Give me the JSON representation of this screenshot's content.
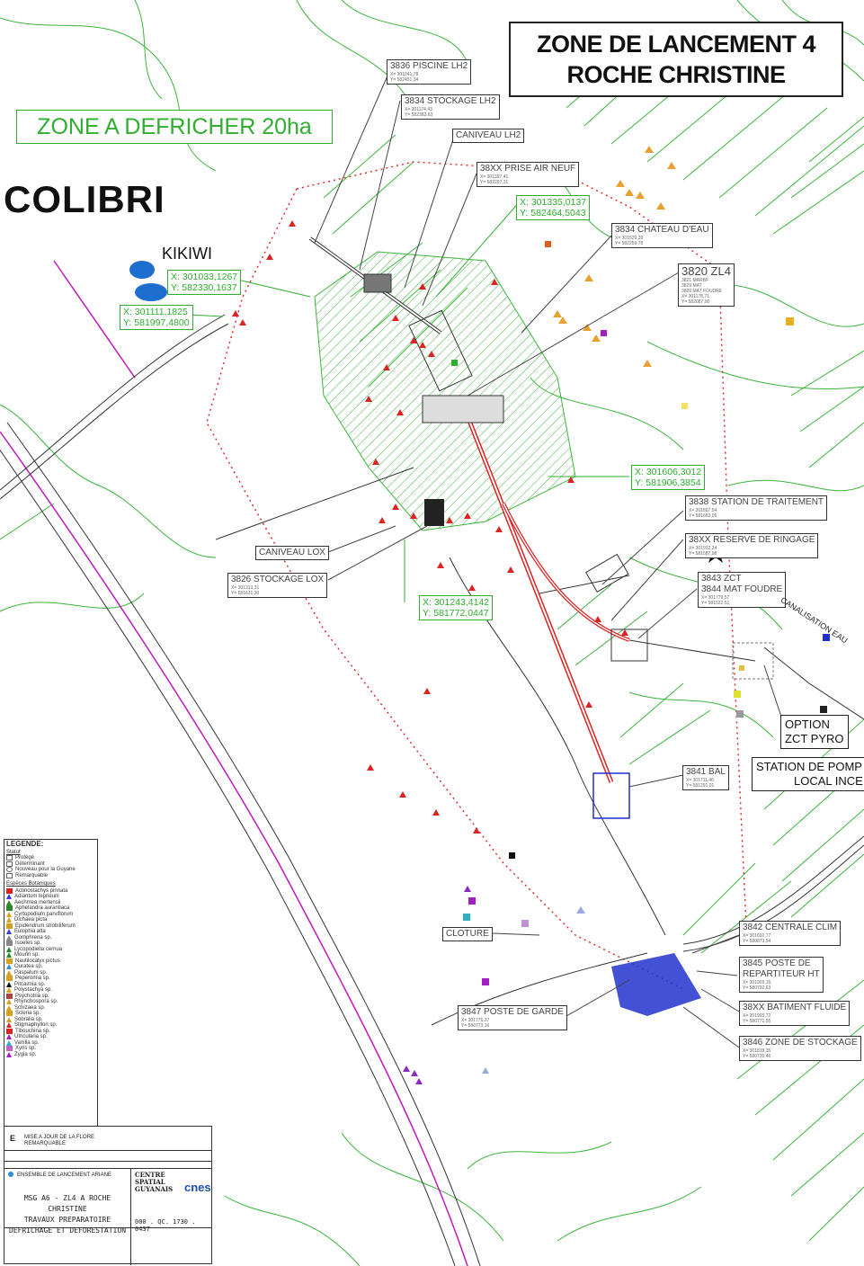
{
  "title": {
    "line1": "ZONE DE LANCEMENT 4",
    "line2": "ROCHE CHRISTINE"
  },
  "zone_defricher": "ZONE A DEFRICHER 20ha",
  "colibri": "COLIBRI",
  "kikiwi": "KIKIWI",
  "coords": {
    "c1": {
      "x": "X: 301033,1267",
      "y": "Y: 582330,1637"
    },
    "c2": {
      "x": "X: 301111,1825",
      "y": "Y: 581997,4800"
    },
    "c3": {
      "x": "X: 301335,0137",
      "y": "Y: 582464,5043"
    },
    "c4": {
      "x": "X: 301606,3012",
      "y": "Y: 581906,3854"
    },
    "c5": {
      "x": "X: 301243,4142",
      "y": "Y: 581772,0447"
    }
  },
  "labels": {
    "piscine": {
      "name": "3836 PISCINE LH2",
      "x": "X= 301041,78",
      "y": "Y= 582451,34"
    },
    "stockage_lh2": {
      "name": "3834 STOCKAGE LH2",
      "x": "X= 301174,43",
      "y": "Y= 582383,63"
    },
    "caniveau_lh2": "CANIVEAU LH2",
    "prise_air": {
      "name": "38XX PRISE AIR NEUF",
      "x": "X= 301397,41",
      "y": "Y= 582297,31"
    },
    "chateau": {
      "name": "3834 CHATEAU D'EAU",
      "x": "X= 301529,39",
      "y": "Y= 582259,78"
    },
    "zl4": {
      "name": "3820 ZL4",
      "l1": "3821 MARBF",
      "l2": "3829 MAT",
      "l3": "3826 MAT FOUDRE",
      "x": "X= 301178,71",
      "y": "Y= 582087,00"
    },
    "station_traitement": {
      "name": "3838 STATION DE TRAITEMENT",
      "x": "X= 301897,54",
      "y": "Y= 581683,05"
    },
    "reserve": {
      "name": "38XX RESERVE DE RINGAGE",
      "x": "X= 301932,24",
      "y": "Y= 581587,98"
    },
    "zct": {
      "name1": "3843 ZCT",
      "name2": "3844 MAT FOUDRE",
      "x": "X= 301779,57",
      "y": "Y= 581522,51"
    },
    "caniveau_lox": "CANIVEAU LOX",
    "stockage_lox": {
      "name": "3826 STOCKAGE LOX",
      "x": "X= 301313,31",
      "y": "Y= 581631,30"
    },
    "option": {
      "l1": "OPTION",
      "l2": "ZCT PYRO"
    },
    "station_pomp": {
      "l1": "STATION DE POMP",
      "l2": "LOCAL INCE"
    },
    "bal": {
      "name": "3841 BAL",
      "x": "X= 301711,46",
      "y": "Y= 581291,01"
    },
    "cloture": "CLOTURE",
    "centrale": {
      "name": "3842 CENTRALE CLIM",
      "x": "X= 301692,77",
      "y": "Y= 580873,54"
    },
    "poste_rep": {
      "name1": "3845 POSTE DE",
      "name2": "REPARTITEUR HT",
      "x": "X= 301903,16",
      "y": "Y= 580792,63"
    },
    "batiment": {
      "name": "38XX BATIMENT FLUIDE",
      "x": "X= 301903,72",
      "y": "Y= 580771,55"
    },
    "zone_stock": {
      "name": "3846 ZONE DE STOCKAGE",
      "x": "X= 301818,35",
      "y": "Y= 580735,46"
    },
    "poste_garde": {
      "name": "3847 POSTE DE GARDE",
      "x": "X= 301776,37",
      "y": "Y= 580773,16"
    },
    "canalisation": "CANALISATION EAU"
  },
  "legend": {
    "title": "LEGENDE:",
    "statut_head": "Statut",
    "statut": [
      "Protégé",
      "Déterminant",
      "Nouveau pour la Guyane",
      "Remarquable"
    ],
    "especes_head": "Espèces Botaniques",
    "species": [
      {
        "name": "Actinostachys pinnata",
        "color": "#d22"
      },
      {
        "name": "Adiantum leprieurii",
        "color": "#3b3bd0"
      },
      {
        "name": "Aechmea mertensii",
        "color": "#2a8a2a"
      },
      {
        "name": "Aphelandra aurantiaca",
        "color": "#2a8a2a"
      },
      {
        "name": "Cyrtopodium parviflorum",
        "color": "#d8a020"
      },
      {
        "name": "Dichaea picta",
        "color": "#d8a020"
      },
      {
        "name": "Epidendrum strobiliferum",
        "color": "#d8a020"
      },
      {
        "name": "Eulophia alta",
        "color": "#3b3bd0"
      },
      {
        "name": "Gomphrena sp.",
        "color": "#888"
      },
      {
        "name": "Isoetes sp.",
        "color": "#888"
      },
      {
        "name": "Lycopodiella cernua",
        "color": "#2a8a2a"
      },
      {
        "name": "Mouriri sp.",
        "color": "#2a8a2a"
      },
      {
        "name": "Nautilocalyx pictus",
        "color": "#d8a020"
      },
      {
        "name": "Ouratea sp.",
        "color": "#2f8fd0"
      },
      {
        "name": "Paspalum sp.",
        "color": "#d8a020"
      },
      {
        "name": "Peperomia sp.",
        "color": "#d8a020"
      },
      {
        "name": "Pitcairnia sp.",
        "color": "#111"
      },
      {
        "name": "Polystachya sp.",
        "color": "#d8a020"
      },
      {
        "name": "Psychotria sp.",
        "color": "#b04040"
      },
      {
        "name": "Rhynchospora sp.",
        "color": "#d8a020"
      },
      {
        "name": "Schizaea sp.",
        "color": "#d8a020"
      },
      {
        "name": "Scleria sp.",
        "color": "#d8a020"
      },
      {
        "name": "Sobralia sp.",
        "color": "#d8a020"
      },
      {
        "name": "Stigmaphyllon sp.",
        "color": "#d22"
      },
      {
        "name": "Tibouchina sp.",
        "color": "#d22"
      },
      {
        "name": "Utricularia sp.",
        "color": "#a020c0"
      },
      {
        "name": "Vanilla sp.",
        "color": "#2fb0c0"
      },
      {
        "name": "Xyris sp.",
        "color": "#c060c0"
      },
      {
        "name": "Zygia sp.",
        "color": "#a020c0"
      }
    ]
  },
  "cartouche": {
    "rev_letter": "E",
    "rev_text": "MISE A JOUR DE LA FLORE REMARQUABLE",
    "org": "ENSEMBLE DE LANCEMENT ARIANE",
    "csg": "CENTRE SPATIAL GUYANAIS",
    "cnes": "cnes",
    "doc1": "MSG A6 - ZL4 A ROCHE CHRISTINE",
    "doc2": "TRAVAUX PREPARATOIRE",
    "doc3": "DEFRICHAGE ET DEFORESTATION",
    "code": "000 . QC. 1730 . 0437"
  },
  "colors": {
    "green": "#2fae2f",
    "red": "#d22",
    "magenta": "#d020d0",
    "blue": "#1f2fd0"
  }
}
